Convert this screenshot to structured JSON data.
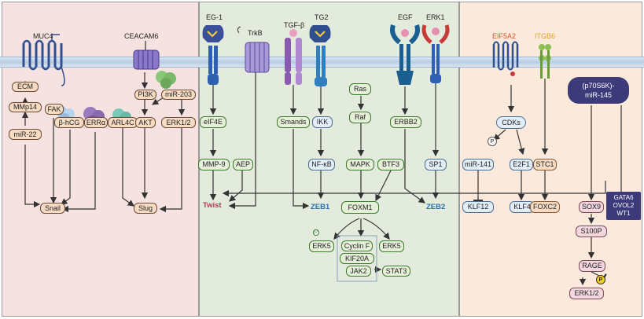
{
  "colors": {
    "left_panel_bg": "#f6e2e0",
    "middle_panel_bg": "#e3ecdc",
    "right_panel_bg": "#fbe9dc",
    "twist_text": "#b03a5a",
    "zeb_text": "#2a6fb0",
    "arrow": "#333333"
  },
  "receptors": {
    "muc4": "MUC4",
    "ceacam6": "CEACAM6",
    "eg1": "EG-1",
    "trkb": "TrkB",
    "tgfb": "TGF-β",
    "tg2": "TG2",
    "egf": "EGF",
    "erk1": "ERK1",
    "eif5a2": "EIF5A2",
    "itgb6": "ITGB6"
  },
  "left": {
    "ecm": "ECM",
    "mmp14": "MMp14",
    "mir22": "miR-22",
    "fak": "FAK",
    "bhcg": "β-hCG",
    "erra": "ERRα",
    "arl4c": "ARL4C",
    "pi3k": "PI3K",
    "mir203": "miR-203",
    "akt": "AKT",
    "erk12": "ERK1/2",
    "snail": "Snail",
    "slug": "Slug"
  },
  "middle": {
    "eif4e": "eIF4E",
    "mmp9": "MMP-9",
    "aep": "AEP",
    "twist": "Twist",
    "smands": "Smands",
    "ikk": "IKK",
    "nfkb": "NF-κB",
    "ras": "Ras",
    "raf": "Raf",
    "mapk": "MAPK",
    "btf3": "BTF3",
    "erbb2": "ERBB2",
    "sp1": "SP1",
    "zeb1": "ZEB1",
    "foxm1": "FOXM1",
    "zeb2": "ZEB2",
    "erk5_left": "ERK5",
    "erk5_right": "ERK5",
    "cyclinf": "Cyclin F",
    "kif20a": "KIF20A",
    "jak2": "JAK2",
    "stat3": "STAT3",
    "phospho": "P"
  },
  "right": {
    "cdks": "CDKs",
    "p": "P",
    "mir141": "miR-141",
    "e2f1": "E2F1",
    "klf12": "KLF12",
    "klf4": "KLF4",
    "stc1": "STC1",
    "foxc2": "FOXC2",
    "p70s6k": "(p70S6K)-",
    "mir145": "miR-145",
    "gata6": "GATA6",
    "ovol2": "OVOL2",
    "wt1": "WT1",
    "sox9": "SOX9",
    "s100p": "S100P",
    "rage": "RAGE",
    "p_yellow": "P",
    "erk12": "ERK1/2"
  }
}
